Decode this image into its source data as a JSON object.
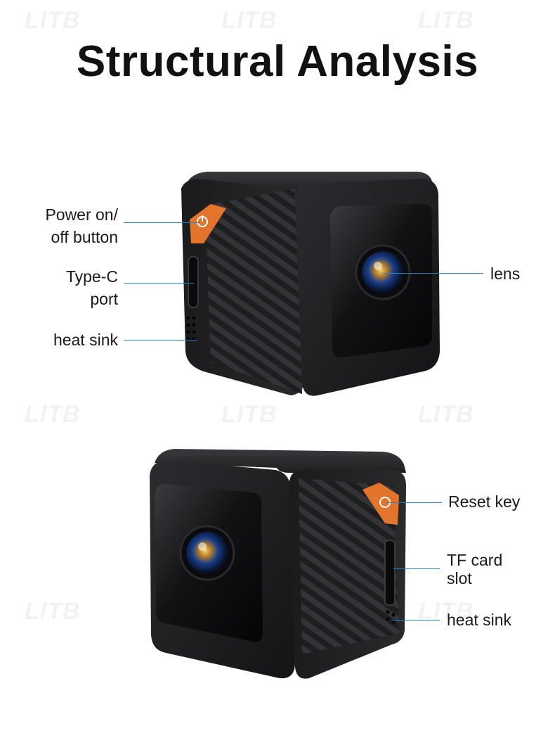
{
  "title": "Structural Analysis",
  "watermark": "LITB",
  "colors": {
    "accent_line": "#2f7fc0",
    "button_orange": "#e2752b",
    "body_black": "#1c1c1e"
  },
  "top_device": {
    "labels": {
      "power_button": [
        "Power on/",
        "off button"
      ],
      "type_c": [
        "Type-C",
        "port"
      ],
      "heat_sink": "heat sink",
      "lens": "lens"
    }
  },
  "bottom_device": {
    "labels": {
      "reset_key": "Reset key",
      "tf_card": [
        "TF card",
        "slot"
      ],
      "heat_sink": "heat sink"
    }
  }
}
